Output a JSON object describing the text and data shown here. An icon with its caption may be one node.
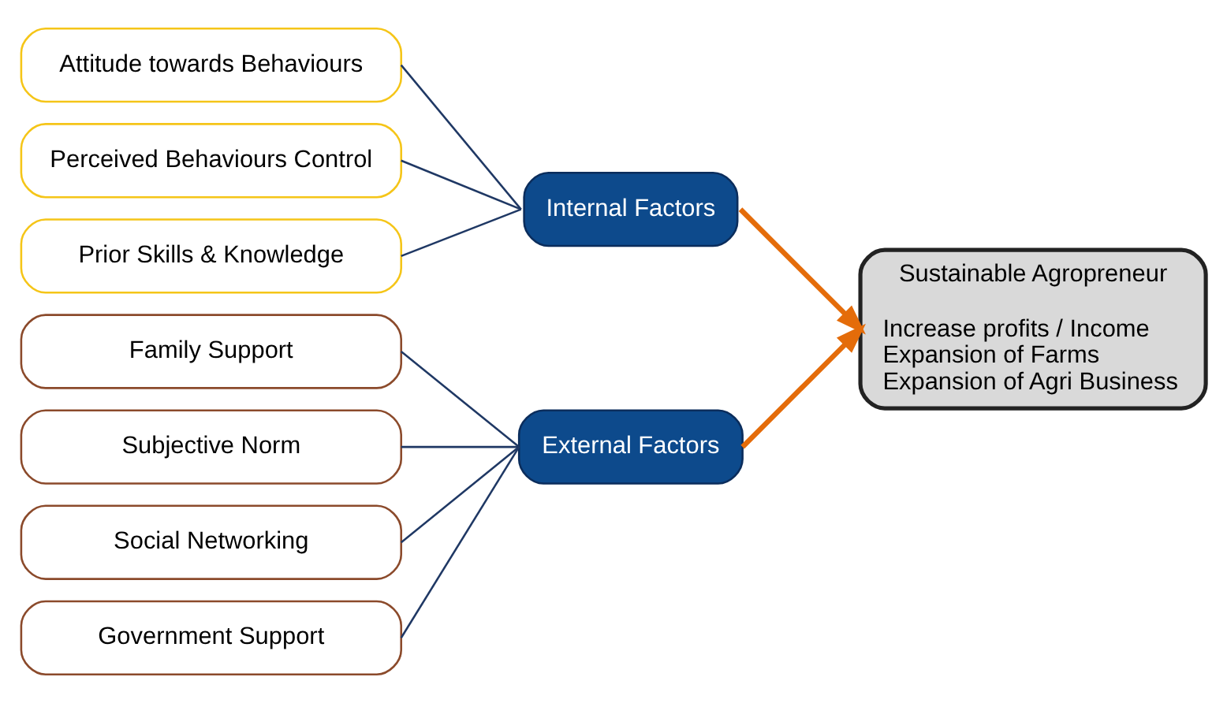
{
  "diagram": {
    "nodes": [
      {
        "text": [
          "Attitude towards Behaviours"
        ]
      },
      {
        "text": [
          "Perceived Behaviours Control"
        ]
      },
      {
        "text": [
          "Prior Skills & Knowledge"
        ]
      },
      {
        "text": [
          "Internal Factors"
        ]
      },
      {
        "text": [
          "Family Support"
        ]
      },
      {
        "text": [
          "Subjective Norm"
        ]
      },
      {
        "text": [
          "Social Networking"
        ]
      },
      {
        "text": [
          "Government Support"
        ]
      },
      {
        "text": [
          "External Factors"
        ]
      },
      {
        "text": [
          "Sustainable Agropreneur",
          "Increase profits / Income",
          "Expansion of Farms",
          "Expansion of Agri Business"
        ]
      }
    ],
    "edges": [
      {
        "from": 0,
        "to": 3,
        "arrow": "none"
      },
      {
        "from": 1,
        "to": 3,
        "arrow": "none"
      },
      {
        "from": 2,
        "to": 3,
        "arrow": "none"
      },
      {
        "from": 4,
        "to": 8,
        "arrow": "none"
      },
      {
        "from": 5,
        "to": 8,
        "arrow": "none"
      },
      {
        "from": 6,
        "to": 8,
        "arrow": "none"
      },
      {
        "from": 7,
        "to": 8,
        "arrow": "none"
      },
      {
        "from": 3,
        "to": 9,
        "arrow": "to",
        "style": "thick",
        "color": "#e46c0a"
      },
      {
        "from": 8,
        "to": 9,
        "arrow": "to",
        "style": "thick",
        "color": "#e46c0a"
      }
    ]
  }
}
